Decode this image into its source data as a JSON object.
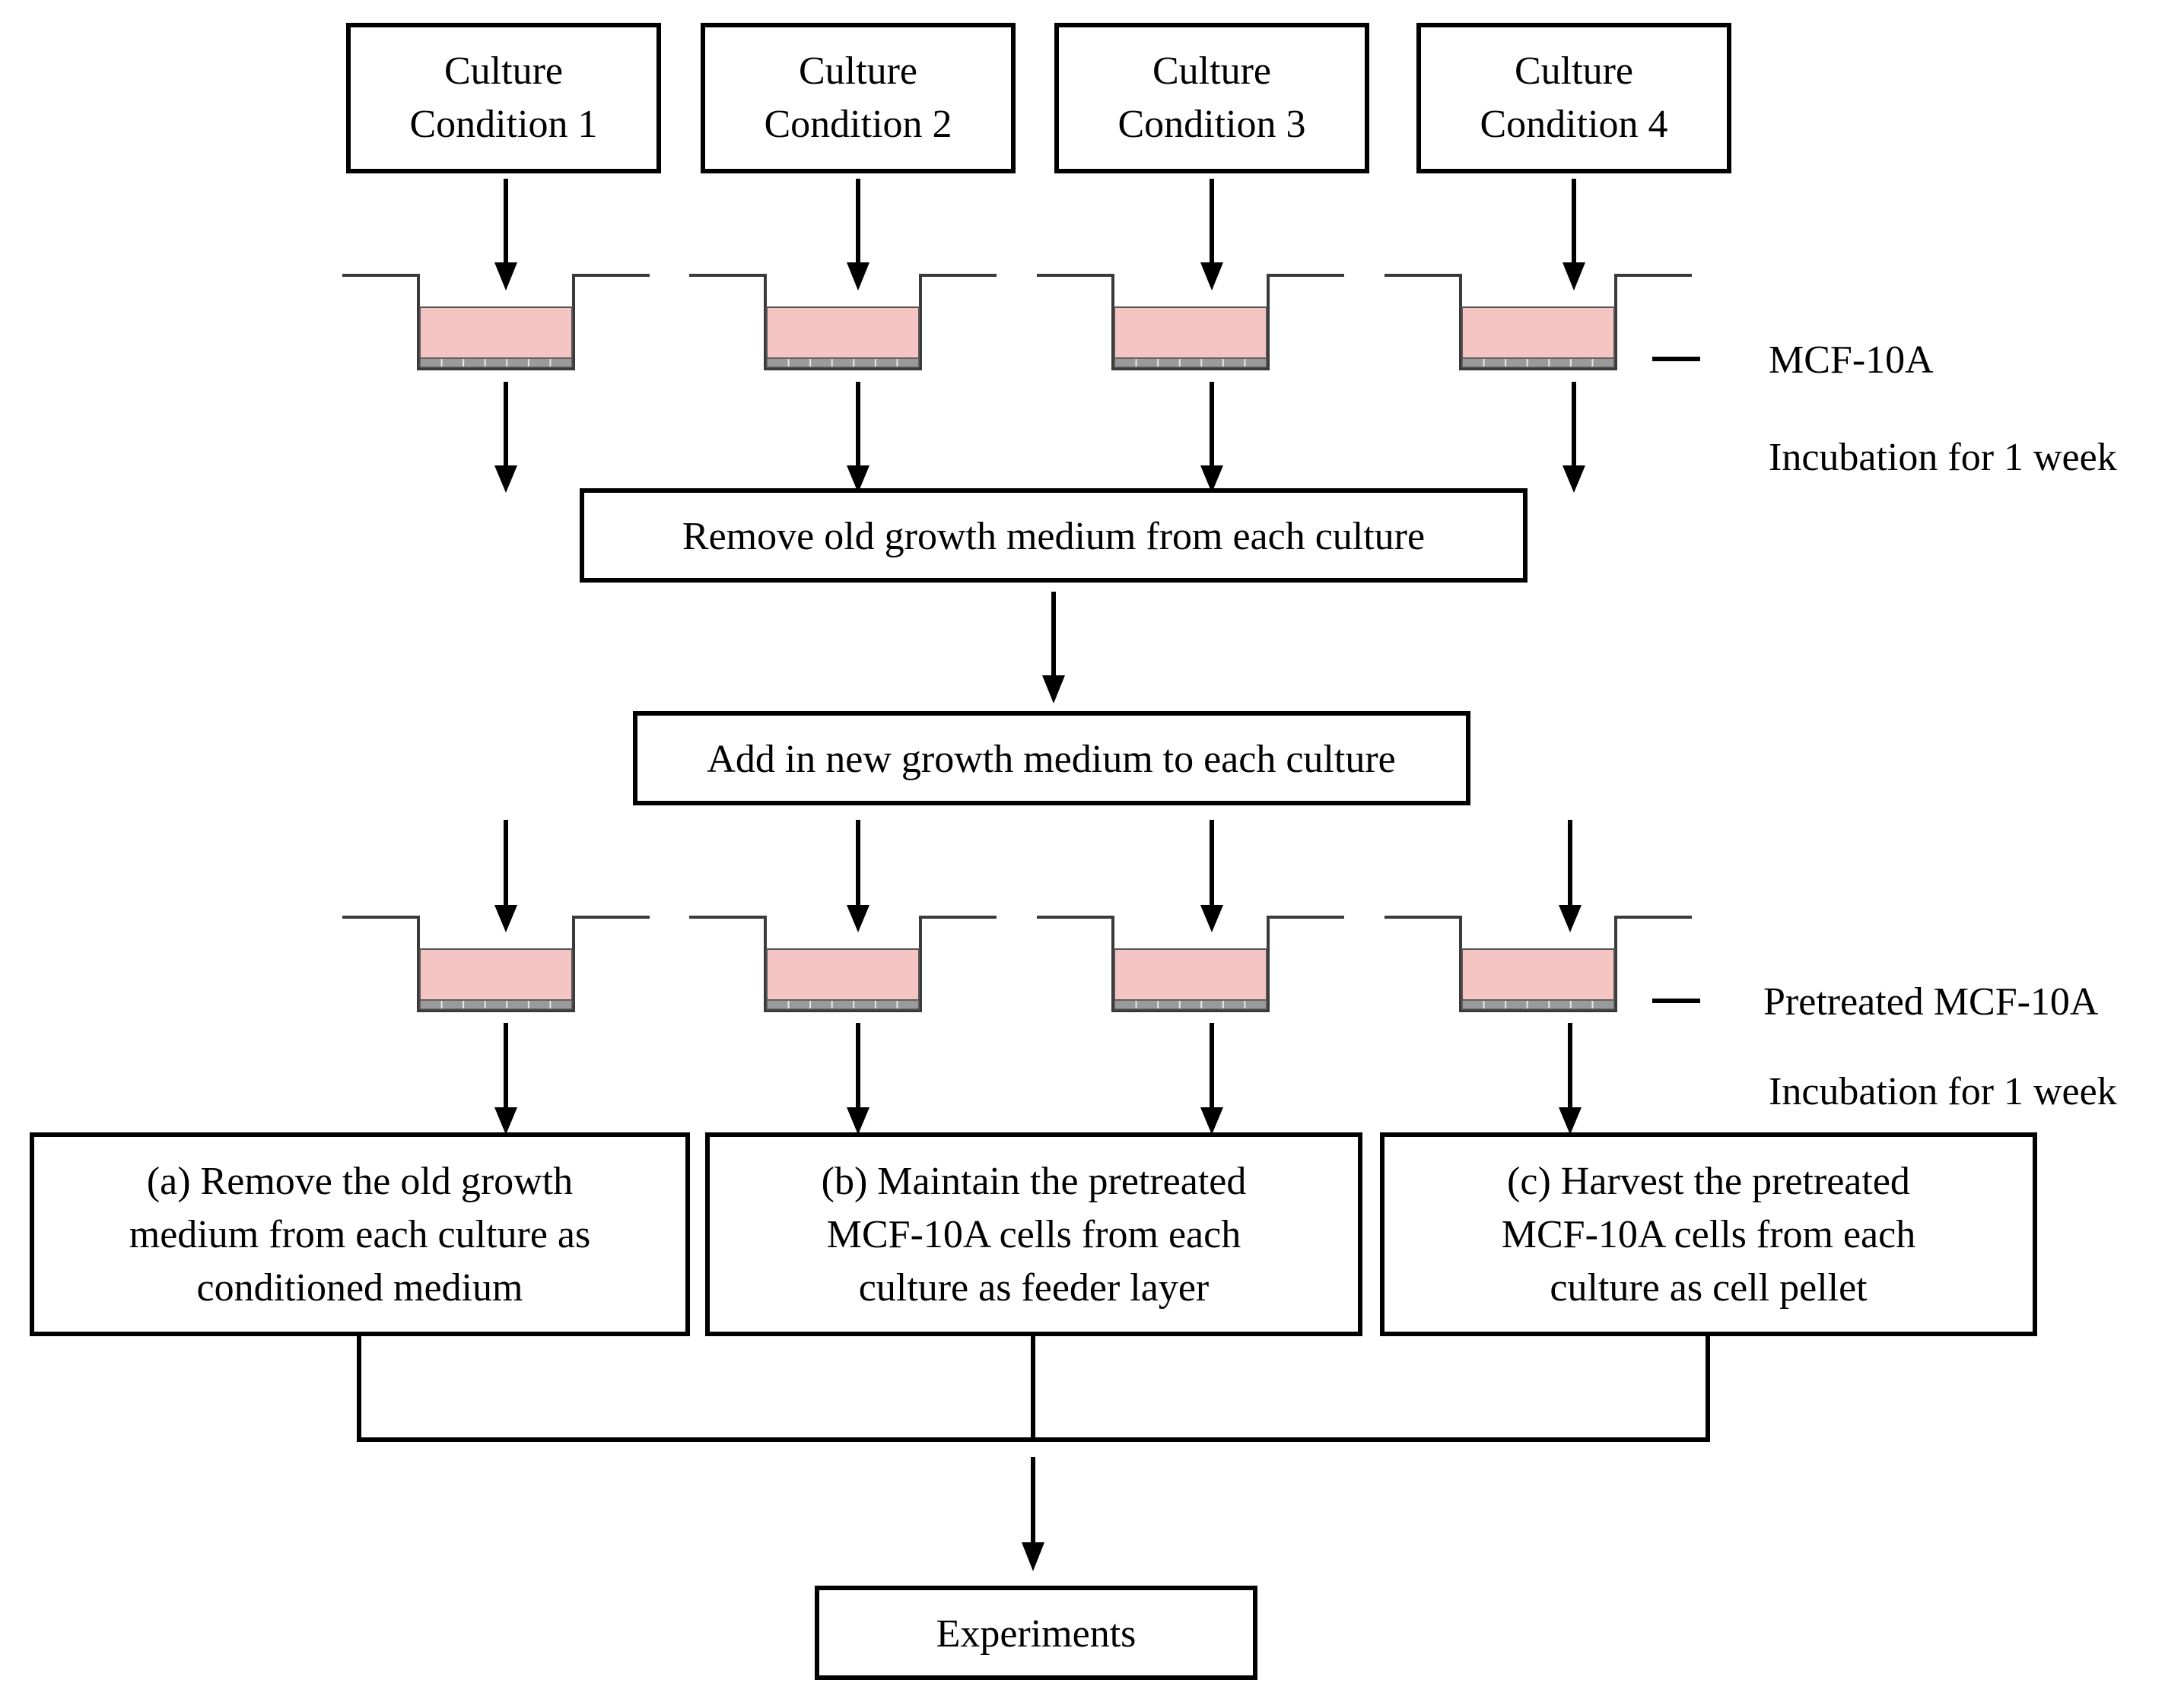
{
  "conditions": [
    {
      "line1": "Culture",
      "line2": "Condition 1"
    },
    {
      "line1": "Culture",
      "line2": "Condition 2"
    },
    {
      "line1": "Culture",
      "line2": "Condition 3"
    },
    {
      "line1": "Culture",
      "line2": "Condition 4"
    }
  ],
  "side_labels": {
    "cells_1": "MCF-10A",
    "incubation_1": "Incubation for 1 week",
    "cells_2": "Pretreated MCF-10A",
    "incubation_2": "Incubation for 1 week"
  },
  "steps": {
    "remove": "Remove old growth medium from each culture",
    "add": "Add in new growth medium to each culture"
  },
  "outcomes": [
    {
      "line1": "(a) Remove the old growth",
      "line2": "medium from each culture as",
      "line3": "conditioned medium"
    },
    {
      "line1": "(b) Maintain the pretreated",
      "line2": "MCF-10A cells from each",
      "line3": "culture as feeder layer"
    },
    {
      "line1": "(c) Harvest the pretreated",
      "line2": "MCF-10A cells from each",
      "line3": "culture as cell pellet"
    }
  ],
  "final": "Experiments",
  "colors": {
    "medium": "#f5c5c3",
    "cells": "#9a9a9a"
  }
}
